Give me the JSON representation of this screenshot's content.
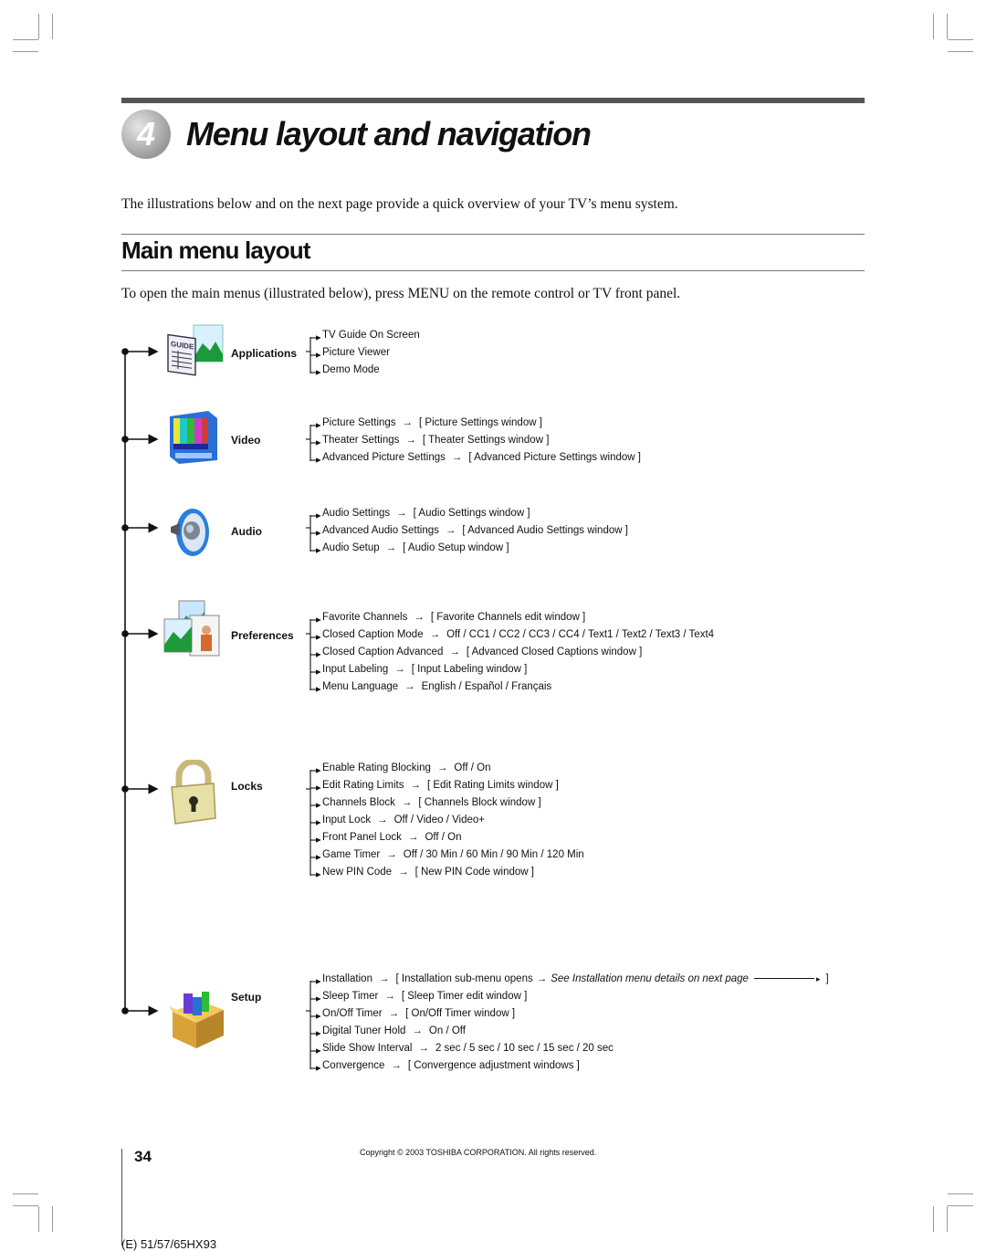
{
  "chapter": {
    "number": "4",
    "title": "Menu layout and navigation"
  },
  "intro": "The illustrations below and on the next page provide a quick overview of your TV’s menu system.",
  "section": {
    "title": "Main menu layout"
  },
  "lead": "To open the main menus (illustrated below), press MENU on the remote control or TV front panel.",
  "menus": [
    {
      "label": "Applications",
      "icon": "guide-picture-icon",
      "items": [
        {
          "name": "TV Guide On Screen"
        },
        {
          "name": "Picture Viewer"
        },
        {
          "name": "Demo Mode"
        }
      ]
    },
    {
      "label": "Video",
      "icon": "tv-color-bars-icon",
      "items": [
        {
          "name": "Picture Settings",
          "result": "[ Picture Settings window ]"
        },
        {
          "name": "Theater Settings",
          "result": "[ Theater Settings window ]"
        },
        {
          "name": "Advanced Picture Settings",
          "result": "[ Advanced Picture Settings window ]"
        }
      ]
    },
    {
      "label": "Audio",
      "icon": "speaker-icon",
      "items": [
        {
          "name": "Audio Settings",
          "result": "[ Audio Settings window ]"
        },
        {
          "name": "Advanced Audio Settings",
          "result": "[ Advanced Audio Settings window ]"
        },
        {
          "name": "Audio Setup",
          "result": "[ Audio Setup window ]"
        }
      ]
    },
    {
      "label": "Preferences",
      "icon": "pictures-person-icon",
      "items": [
        {
          "name": "Favorite Channels",
          "result": "[ Favorite Channels edit window ]"
        },
        {
          "name": "Closed Caption Mode",
          "result": "Off / CC1 / CC2 / CC3 / CC4 / Text1 / Text2 / Text3 / Text4"
        },
        {
          "name": "Closed Caption Advanced",
          "result": "[ Advanced Closed Captions window ]"
        },
        {
          "name": "Input Labeling",
          "result": "[ Input Labeling window ]"
        },
        {
          "name": "Menu Language",
          "result": "English / Español / Français"
        }
      ]
    },
    {
      "label": "Locks",
      "icon": "padlock-icon",
      "items": [
        {
          "name": "Enable Rating Blocking",
          "result": "Off / On"
        },
        {
          "name": "Edit Rating Limits",
          "result": "[ Edit Rating Limits window ]"
        },
        {
          "name": "Channels Block",
          "result": "[ Channels Block window ]"
        },
        {
          "name": "Input Lock",
          "result": "Off / Video / Video+"
        },
        {
          "name": "Front Panel Lock",
          "result": "Off / On"
        },
        {
          "name": "Game Timer",
          "result": "Off / 30 Min / 60 Min / 90 Min / 120 Min"
        },
        {
          "name": "New PIN Code",
          "result": "[ New PIN Code window ]"
        }
      ]
    },
    {
      "label": "Setup",
      "icon": "toolbox-icon",
      "items": [
        {
          "name": "Installation",
          "result": "[ Installation sub-menu opens",
          "note": "See Installation menu details on next page",
          "closing": "]"
        },
        {
          "name": "Sleep Timer",
          "result": "[ Sleep Timer edit window ]"
        },
        {
          "name": "On/Off Timer",
          "result": "[ On/Off Timer window ]"
        },
        {
          "name": "Digital Tuner Hold",
          "result": "On / Off"
        },
        {
          "name": "Slide Show Interval",
          "result": "2 sec / 5 sec / 10 sec / 15 sec / 20 sec"
        },
        {
          "name": "Convergence",
          "result": "[ Convergence adjustment windows ]"
        }
      ]
    }
  ],
  "footer": {
    "page_number": "34",
    "copyright": "Copyright © 2003 TOSHIBA CORPORATION. All rights reserved.",
    "model": "(E) 51/57/65HX93"
  }
}
